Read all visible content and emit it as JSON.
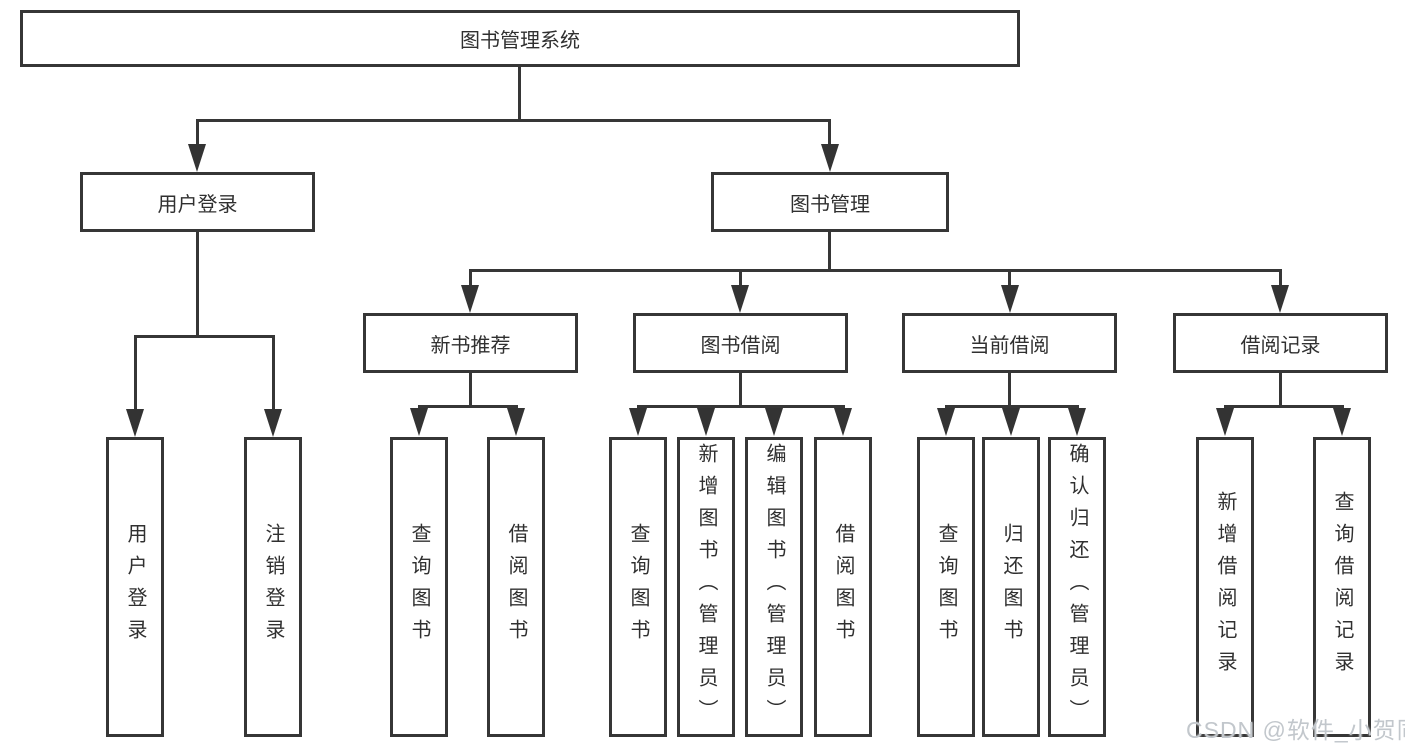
{
  "diagram": {
    "type": "hierarchy-tree",
    "title": "图书管理系统"
  },
  "nodes": {
    "root": "图书管理系统",
    "user_login": "用户登录",
    "book_mgmt": "图书管理",
    "new_book_rec": "新书推荐",
    "book_borrow": "图书借阅",
    "current_borrow": "当前借阅",
    "borrow_record": "借阅记录",
    "leaf_user_login": "用户登录",
    "leaf_logout": "注销登录",
    "leaf_rec_query": "查询图书",
    "leaf_rec_borrow": "借阅图书",
    "leaf_bb_query": "查询图书",
    "leaf_bb_add": "新增图书（管理员）",
    "leaf_bb_edit": "编辑图书（管理员）",
    "leaf_bb_borrow": "借阅图书",
    "leaf_cb_query": "查询图书",
    "leaf_cb_return": "归还图书",
    "leaf_cb_confirm": "确认归还（管理员）",
    "leaf_br_add": "新增借阅记录",
    "leaf_br_query": "查询借阅记录"
  },
  "hierarchy": {
    "图书管理系统": {
      "用户登录": [
        "用户登录",
        "注销登录"
      ],
      "图书管理": {
        "新书推荐": [
          "查询图书",
          "借阅图书"
        ],
        "图书借阅": [
          "查询图书",
          "新增图书（管理员）",
          "编辑图书（管理员）",
          "借阅图书"
        ],
        "当前借阅": [
          "查询图书",
          "归还图书",
          "确认归还（管理员）"
        ],
        "借阅记录": [
          "新增借阅记录",
          "查询借阅记录"
        ]
      }
    }
  },
  "watermark": "CSDN @软件_小贺同学",
  "colors": {
    "line": "#363636",
    "box_border": "#363636",
    "box_fill": "#ffffff",
    "text": "#303030",
    "watermark": "#c2c7cc",
    "background": "#ffffff"
  }
}
